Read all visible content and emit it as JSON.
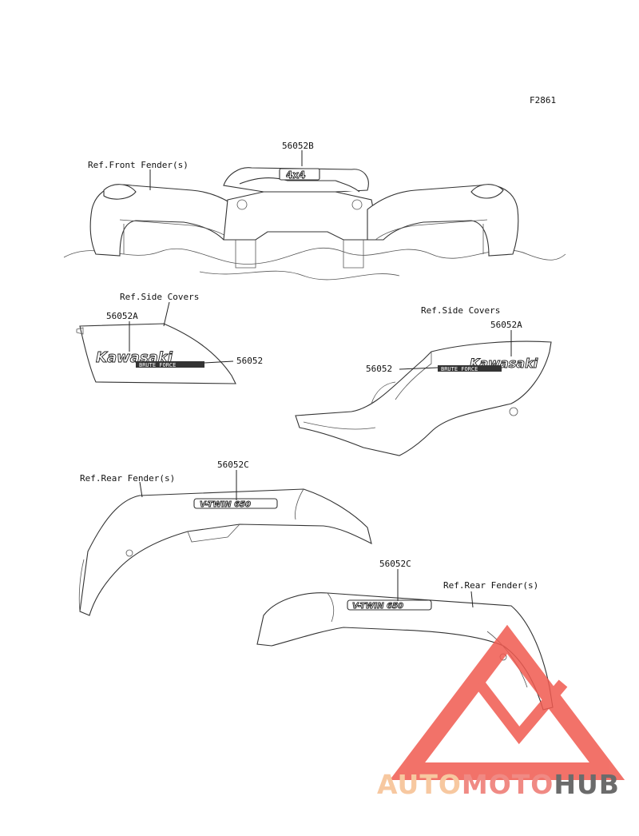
{
  "figure_code": "F2861",
  "labels": {
    "front_fender_ref": "Ref.Front Fender(s)",
    "side_covers_ref_left": "Ref.Side Covers",
    "side_covers_ref_right": "Ref.Side Covers",
    "rear_fender_ref_left": "Ref.Rear Fender(s)",
    "rear_fender_ref_right": "Ref.Rear Fender(s)"
  },
  "parts": {
    "p_56052B": "56052B",
    "p_56052A_left": "56052A",
    "p_56052_left": "56052",
    "p_56052A_right": "56052A",
    "p_56052_right": "56052",
    "p_56052C_upper": "56052C",
    "p_56052C_lower": "56052C"
  },
  "decals": {
    "badge_4x4": "4x4",
    "brand_left": "Kawasaki",
    "model_left": "BRUTE FORCE",
    "brand_right": "Kawasaki",
    "model_right": "BRUTE FORCE",
    "rear_decal_upper": "V-TWIN 650",
    "rear_decal_lower": "V-TWIN 650"
  },
  "watermark": {
    "part1": "AUTO",
    "part2": "MOTO",
    "part3": "HUB",
    "color_auto": "#f7c8a0",
    "color_moto": "#f08a84",
    "color_hub": "#6b6b6b",
    "logo_color": "#f05a50"
  }
}
